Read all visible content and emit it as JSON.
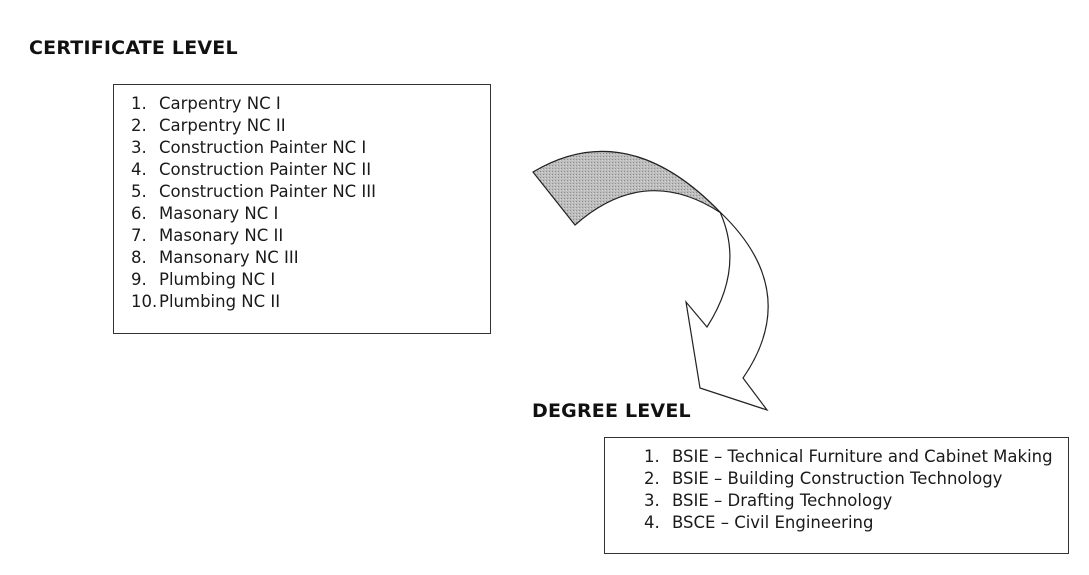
{
  "certificate": {
    "heading": "CERTIFICATE LEVEL",
    "items": [
      {
        "num": "1.",
        "label": "Carpentry NC I"
      },
      {
        "num": "2.",
        "label": "Carpentry NC II"
      },
      {
        "num": "3.",
        "label": "Construction Painter NC I"
      },
      {
        "num": "4.",
        "label": "Construction Painter NC II"
      },
      {
        "num": "5.",
        "label": "Construction Painter NC III"
      },
      {
        "num": "6.",
        "label": "Masonary NC I"
      },
      {
        "num": "7.",
        "label": "Masonary NC II"
      },
      {
        "num": "8.",
        "label": "Mansonary NC III"
      },
      {
        "num": "9.",
        "label": "Plumbing NC I"
      },
      {
        "num": "10.",
        "label": "Plumbing NC II"
      }
    ]
  },
  "degree": {
    "heading": "DEGREE LEVEL",
    "items": [
      {
        "num": "1.",
        "label": "BSIE – Technical Furniture and Cabinet Making"
      },
      {
        "num": "2.",
        "label": "BSIE – Building Construction Technology"
      },
      {
        "num": "3.",
        "label": "BSIE – Drafting Technology"
      },
      {
        "num": "4.",
        "label": "BSCE – Civil Engineering"
      }
    ]
  },
  "colors": {
    "arrow_fill": "#b5b5b5",
    "arrow_stroke": "#222222",
    "box_border": "#333333"
  },
  "icons": {
    "connector": "curved-arrow-icon"
  }
}
